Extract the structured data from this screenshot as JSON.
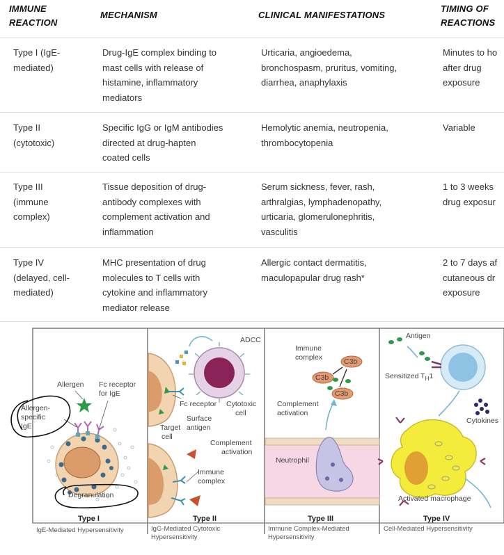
{
  "table": {
    "headers": [
      [
        "IMMUNE",
        "REACTION"
      ],
      [
        "MECHANISM"
      ],
      [
        "CLINICAL MANIFESTATIONS"
      ],
      [
        "TIMING OF",
        "REACTIONS"
      ]
    ],
    "rows": [
      {
        "reaction": [
          "Type I (IgE-",
          "mediated)"
        ],
        "mechanism": [
          "Drug-IgE complex binding to",
          "mast cells with release of",
          "histamine, inflammatory",
          "mediators"
        ],
        "manifestations": [
          "Urticaria, angioedema,",
          "bronchospasm, pruritus, vomiting,",
          "diarrhea, anaphylaxis"
        ],
        "timing": [
          "Minutes to ho",
          "after drug",
          "exposure"
        ]
      },
      {
        "reaction": [
          "Type II",
          "(cytotoxic)"
        ],
        "mechanism": [
          "Specific IgG or IgM antibodies",
          "directed at drug-hapten",
          "coated cells"
        ],
        "manifestations": [
          "Hemolytic anemia, neutropenia,",
          "thrombocytopenia"
        ],
        "timing": [
          "Variable"
        ]
      },
      {
        "reaction": [
          "Type III",
          "(immune",
          "complex)"
        ],
        "mechanism": [
          "Tissue deposition of drug-",
          "antibody complexes with",
          "complement activation and",
          "inflammation"
        ],
        "manifestations": [
          "Serum sickness, fever, rash,",
          "arthralgias, lymphadenopathy,",
          "urticaria, glomerulonephritis,",
          "vasculitis"
        ],
        "timing": [
          "1 to 3 weeks",
          "drug exposur"
        ]
      },
      {
        "reaction": [
          "Type IV",
          "(delayed, cell-",
          "mediated)"
        ],
        "mechanism": [
          "MHC presentation of drug",
          "molecules to T cells with",
          "cytokine and inflammatory",
          "mediator release"
        ],
        "manifestations": [
          "Allergic contact dermatitis,",
          "maculopapular drug rash*"
        ],
        "timing": [
          "2 to 7 days af",
          "cutaneous dr",
          "exposure"
        ]
      }
    ]
  },
  "figure": {
    "panel1": {
      "title": "Type I",
      "caption": "IgE-Mediated Hypersensitivity",
      "labels": {
        "allergen": "Allergen",
        "fc1": "Fc receptor",
        "fc2": "for IgE",
        "spec1": "Allergen-",
        "spec2": "specific",
        "spec3": "IgE",
        "degran": "Degranulation"
      }
    },
    "panel2": {
      "title": "Type II",
      "caption1": "IgG-Mediated Cytotoxic",
      "caption2": "Hypersensitivity",
      "labels": {
        "adcc": "ADCC",
        "fc": "Fc receptor",
        "cyto1": "Cytotoxic",
        "cyto2": "cell",
        "surf1": "Surface",
        "surf2": "antigen",
        "target1": "Target",
        "target2": "cell",
        "comp1": "Complement",
        "comp2": "activation",
        "imm1": "Immune",
        "imm2": "complex"
      }
    },
    "panel3": {
      "title": "Type III",
      "caption1": "Immune Complex-Mediated",
      "caption2": "Hypersensitivity",
      "labels": {
        "imm1": "Immune",
        "imm2": "complex",
        "c3b": "C3b",
        "comp1": "Complement",
        "comp2": "activation",
        "neut": "Neutrophil"
      }
    },
    "panel4": {
      "title": "Type IV",
      "caption": "Cell-Mediated Hypersensitivity",
      "labels": {
        "antigen": "Antigen",
        "sensitized": "Sensitized T",
        "sub": "H",
        "sup": "1",
        "cytokines": "Cytokines",
        "macro": "Activated macrophage"
      }
    }
  }
}
